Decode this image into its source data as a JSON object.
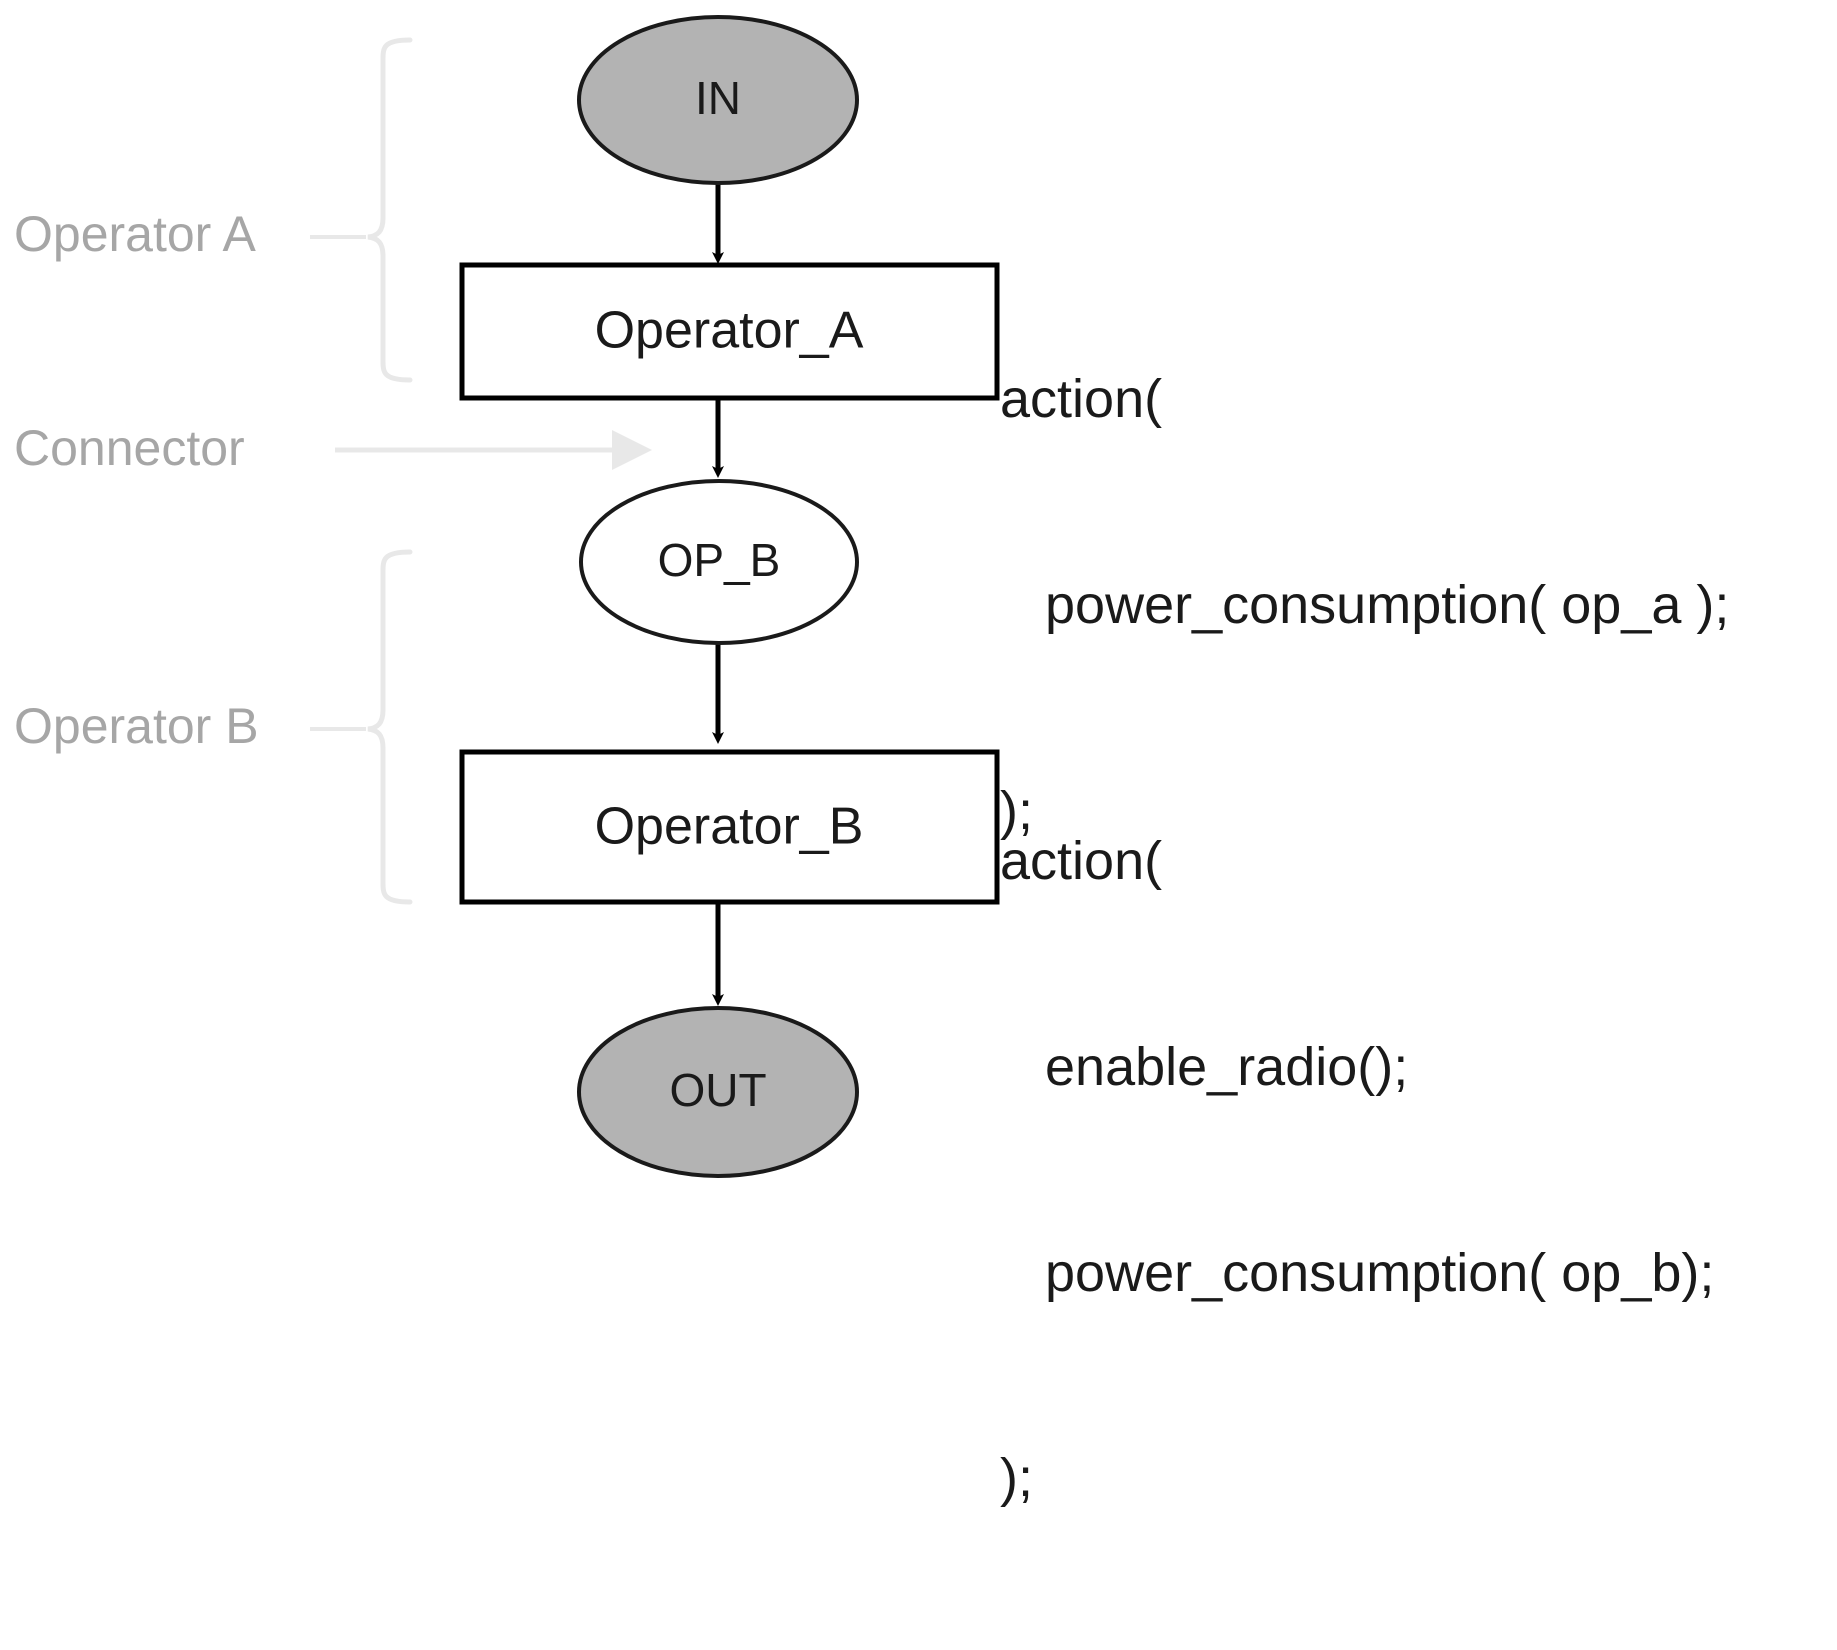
{
  "diagram": {
    "type": "flowchart",
    "title": "",
    "nodes": [
      {
        "id": "in",
        "label": "IN",
        "shape": "ellipse",
        "fill": "#b3b3b3"
      },
      {
        "id": "operator_a",
        "label": "Operator_A",
        "shape": "rect",
        "fill": "#ffffff"
      },
      {
        "id": "op_b",
        "label": "OP_B",
        "shape": "ellipse",
        "fill": "#ffffff"
      },
      {
        "id": "operator_b",
        "label": "Operator_B",
        "shape": "rect",
        "fill": "#ffffff"
      },
      {
        "id": "out",
        "label": "OUT",
        "shape": "ellipse",
        "fill": "#b3b3b3"
      }
    ],
    "edges": [
      {
        "from": "in",
        "to": "operator_a"
      },
      {
        "from": "operator_a",
        "to": "op_b"
      },
      {
        "from": "op_b",
        "to": "operator_b"
      },
      {
        "from": "operator_b",
        "to": "out"
      }
    ]
  },
  "annotations": {
    "operator_a_label": "Operator A",
    "connector_label": "Connector",
    "operator_b_label": "Operator B",
    "color": "#a6a6a6"
  },
  "code": {
    "operator_a": {
      "line1": "action(",
      "line2": "   power_consumption( op_a );",
      "line3": ");"
    },
    "operator_b": {
      "line1": "action(",
      "line2": "   enable_radio();",
      "line3": "   power_consumption( op_b);",
      "line4": ");"
    }
  }
}
